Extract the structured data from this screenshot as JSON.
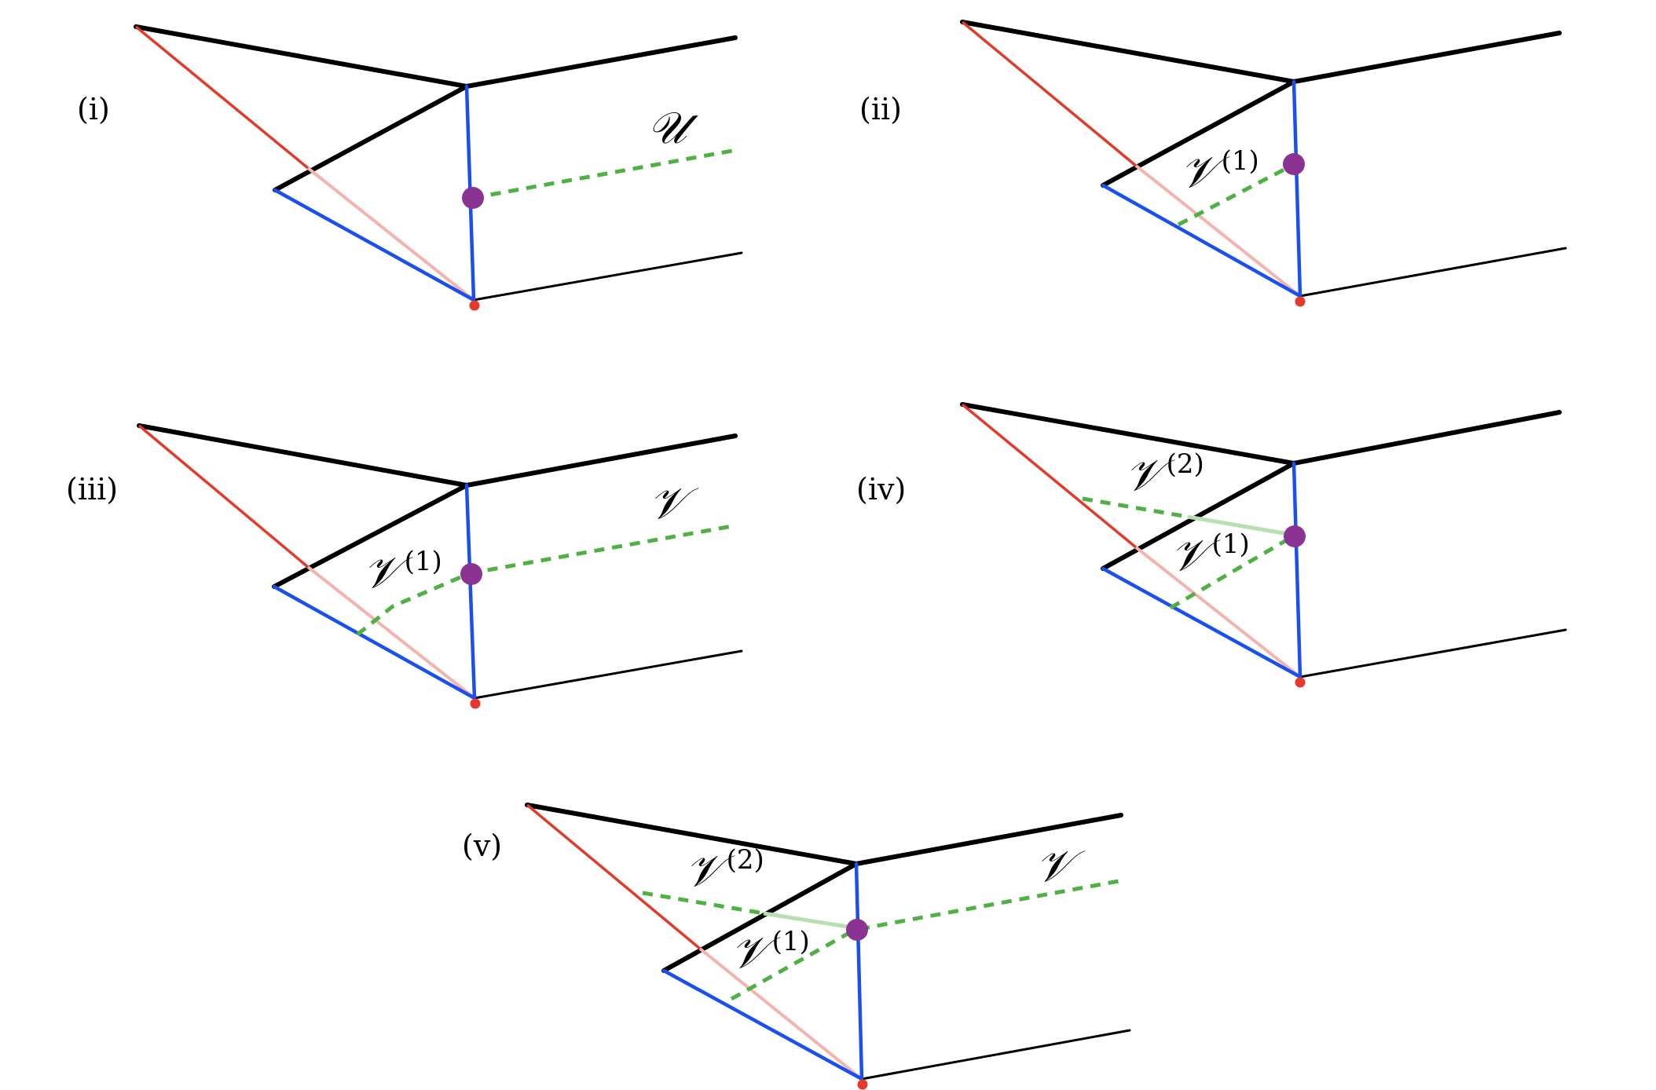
{
  "figure": {
    "colors": {
      "edge": "#000000",
      "boundary_edge": "#1a4ff0",
      "red_edge": "#e23b2a",
      "red_edge_hidden": "#f4b3ad",
      "dashed_path": "#4fb043",
      "dashed_path_faint": "#b8dfb0",
      "node": "#8b3393",
      "vertex": "#e8382a"
    },
    "panels": [
      {
        "label": "(i)",
        "path_labels": [
          {
            "text": "𝒰",
            "sup": ""
          }
        ]
      },
      {
        "label": "(ii)",
        "path_labels": [
          {
            "text": "𝒱",
            "sup": "(1)"
          }
        ]
      },
      {
        "label": "(iii)",
        "path_labels": [
          {
            "text": "𝒱",
            "sup": ""
          },
          {
            "text": "𝒱",
            "sup": "(1)"
          }
        ]
      },
      {
        "label": "(iv)",
        "path_labels": [
          {
            "text": "𝒱",
            "sup": "(2)"
          },
          {
            "text": "𝒱",
            "sup": "(1)"
          }
        ]
      },
      {
        "label": "(v)",
        "path_labels": [
          {
            "text": "𝒱",
            "sup": "(2)"
          },
          {
            "text": "𝒱",
            "sup": ""
          },
          {
            "text": "𝒱",
            "sup": "(1)"
          }
        ]
      }
    ]
  }
}
